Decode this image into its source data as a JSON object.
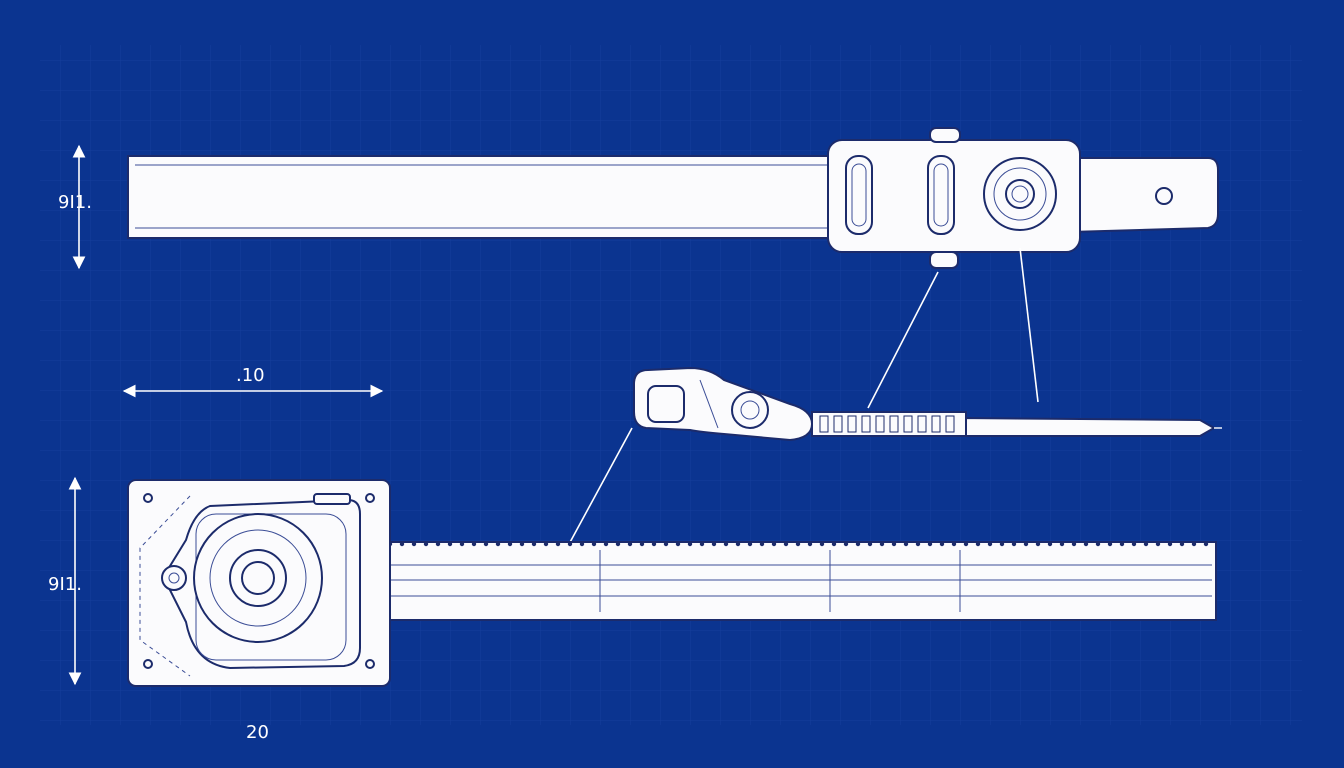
{
  "colors": {
    "background": "#0b3490",
    "line": "#ffffff",
    "part_fill": "#fbfbfd",
    "part_outline": "#1c2b6b"
  },
  "dimensions": {
    "top_height_label": "9I1.",
    "horizontal_label": ".10",
    "bottom_height_label": "9I1.",
    "bottom_width_label": "20"
  }
}
